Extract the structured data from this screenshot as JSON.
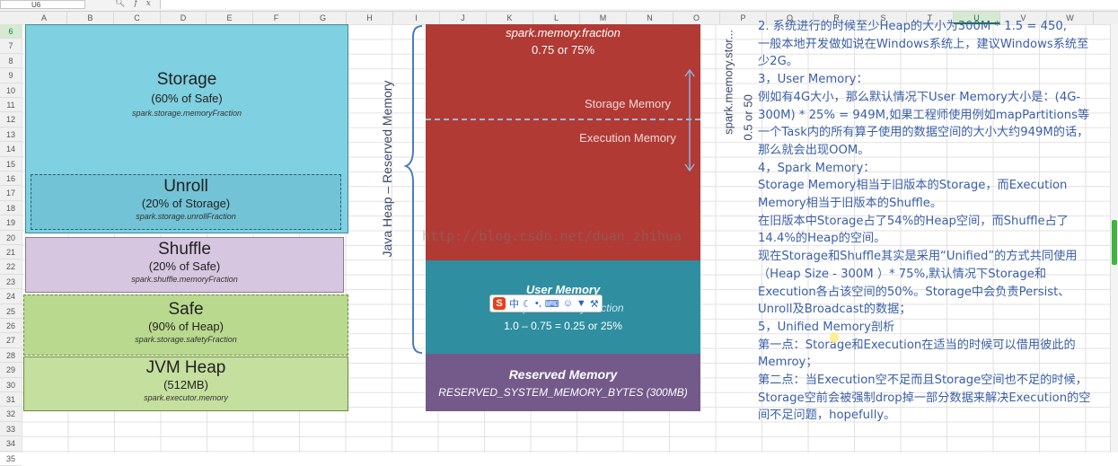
{
  "formula_bar": {
    "name_box": "U6",
    "icons": [
      "search-icon",
      "fx-icon"
    ]
  },
  "columns": [
    "A",
    "B",
    "C",
    "D",
    "E",
    "F",
    "G",
    "H",
    "I",
    "J",
    "K",
    "L",
    "M",
    "N",
    "O",
    "P",
    "Q",
    "R",
    "S",
    "T",
    "U",
    "V",
    "W"
  ],
  "selected_column": "U",
  "rows": [
    "6",
    "7",
    "8",
    "9",
    "10",
    "11",
    "12",
    "13",
    "14",
    "15",
    "16",
    "17",
    "18",
    "19",
    "20",
    "21",
    "22",
    "23",
    "24",
    "25",
    "26",
    "27",
    "28",
    "29",
    "30",
    "31",
    "32",
    "33",
    "34",
    "35"
  ],
  "selected_row": "6",
  "left_diagram": {
    "storage": {
      "title": "Storage",
      "sub": "(60% of Safe)",
      "config": "spark.storage.memoryFraction"
    },
    "unroll": {
      "title": "Unroll",
      "sub": "(20% of Storage)",
      "config": "spark.storage.unrollFraction"
    },
    "shuffle": {
      "title": "Shuffle",
      "sub": "(20% of Safe)",
      "config": "spark.shuffle.memoryFraction"
    },
    "safe": {
      "title": "Safe",
      "sub": "(90% of Heap)",
      "config": "spark.storage.safetyFraction"
    },
    "jvm": {
      "title": "JVM Heap",
      "sub": "(512MB)",
      "config": "spark.executor.memory"
    }
  },
  "right_diagram": {
    "java_heap_label": "Java Heap – Reserved Memory",
    "memory_fraction": "spark.memory.fraction",
    "memory_fraction_value": "0.75 or 75%",
    "storage_memory": "Storage Memory",
    "execution_memory": "Execution Memory",
    "storage_fraction": "spark.memory.stor...",
    "storage_fraction_value": "0.5 or 50",
    "user_memory": "User Memory",
    "user_fraction": "1 - spark.memory.fraction",
    "user_value": "1.0 – 0.75 = 0.25 or 25%",
    "reserved_memory": "Reserved Memory",
    "reserved_bytes": "RESERVED_SYSTEM_MEMORY_BYTES (300MB)"
  },
  "notes": [
    "2. 系统进行的时候至少Heap的大小为300M * 1.5 = 450,",
    "一般本地开发做如说在Windows系统上，建议Windows系统至少2G。",
    "3，User Memory：",
    "例如有4G大小，那么默认情况下User Memory大小是：(4G-300M) * 25% = 949M,如果工程师使用例如mapPartitions等一个Task内的所有算子使用的数据空间的大小大约949M的话，那么就会出现OOM。",
    "4，Spark Memory：",
    "Storage Memory相当于旧版本的Storage，而Execution Memory相当于旧版本的Shuffle。",
    "在旧版本中Storage占了54%的Heap空间，而Shuffle占了14.4%的Heap的空间。",
    "现在Storage和Shuffle其实是采用“Unified”的方式共同使用（Heap Size - 300M ）* 75%,默认情况下Storage和Execution各占该空间的50%。Storage中会负责Persist、Unroll及Broadcast的数据；",
    "5，Unified Memory剖析",
    "第一点：Storage和Execution在适当的时候可以借用彼此的Memroy；",
    "第二点：当Execution空不足而且Storage空间也不足的时候，Storage空前会被强制drop掉一部分数据来解决Execution的空间不足问题，hopefully。"
  ],
  "watermark": "http://blog.csdn.net/duan_zhihua",
  "ime_toolbar": {
    "logo": "S",
    "mode": "中"
  },
  "colors": {
    "storage": "#7fd0e0",
    "unroll": "#72c3d6",
    "shuffle": "#d6c6df",
    "safe": "#b9d98e",
    "jvm": "#c5df9f",
    "red": "#b13a35",
    "teal": "#2f8ea0",
    "purple": "#735a8a",
    "note_text": "#3b5fa8"
  }
}
